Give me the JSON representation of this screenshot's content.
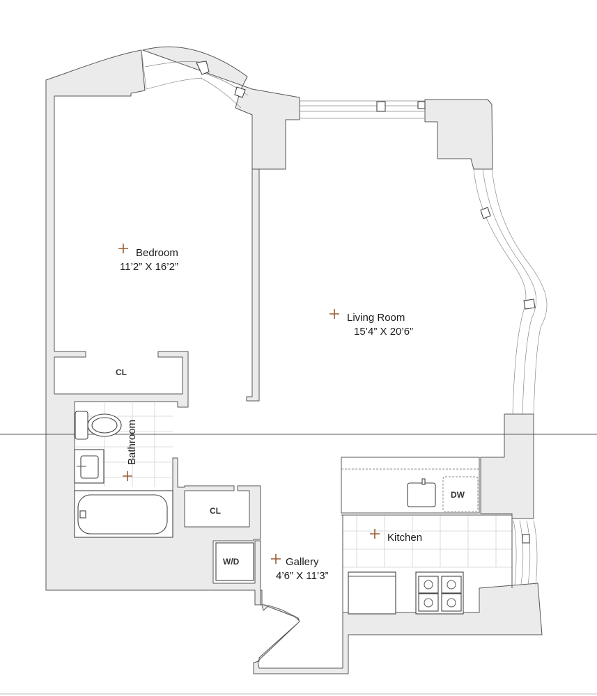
{
  "rooms": {
    "bedroom": {
      "name": "Bedroom",
      "dims": "11’2” X 16’2”"
    },
    "living_room": {
      "name": "Living Room",
      "dims": "15’4” X 20’6”"
    },
    "bathroom": {
      "name": "Bathroom"
    },
    "kitchen": {
      "name": "Kitchen"
    },
    "gallery": {
      "name": "Gallery",
      "dims": "4’6” X 11’3”"
    }
  },
  "labels": {
    "closet_bedroom": "CL",
    "closet_gallery": "CL",
    "dishwasher": "DW",
    "washer_dryer": "W/D"
  },
  "colors": {
    "marker": "#9a5b34",
    "wall_fill": "#ebebeb",
    "wall_stroke": "#555555"
  }
}
